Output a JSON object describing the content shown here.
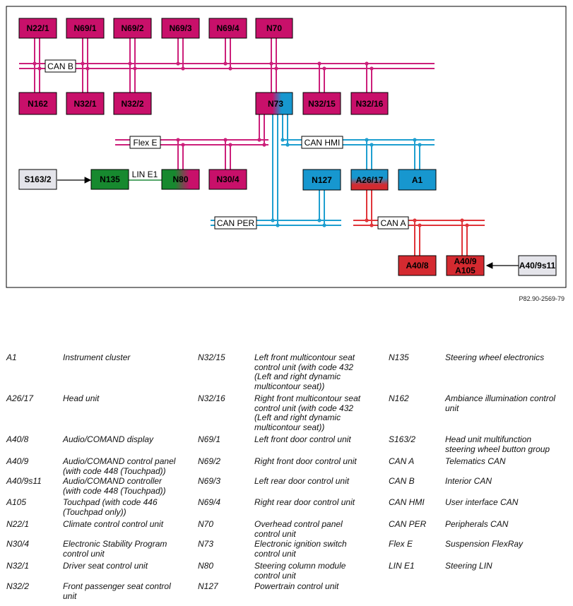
{
  "colors": {
    "interior_can": "#cc1f7a",
    "flexray": "#cc1f7a",
    "can_hmi": "#1e9fd0",
    "can_per": "#1e9fd0",
    "can_a": "#e0353a",
    "lin": "#1f8a3a",
    "node_magenta": "#c8106a",
    "node_cyan": "#1797cf",
    "node_green": "#17892f",
    "node_red": "#d42a30",
    "node_grey": "#e4e4ea"
  },
  "nodes": {
    "n22_1": "N22/1",
    "n69_1": "N69/1",
    "n69_2": "N69/2",
    "n69_3": "N69/3",
    "n69_4": "N69/4",
    "n70": "N70",
    "n162": "N162",
    "n32_1": "N32/1",
    "n32_2": "N32/2",
    "n73": "N73",
    "n32_15": "N32/15",
    "n32_16": "N32/16",
    "s163_2": "S163/2",
    "n135": "N135",
    "n80": "N80",
    "n30_4": "N30/4",
    "n127": "N127",
    "a26_17": "A26/17",
    "a1": "A1",
    "a40_8": "A40/8",
    "a40_9": "A40/9",
    "a105": "A105",
    "a40_9s11": "A40/9s11"
  },
  "buses": {
    "can_b": "CAN B",
    "flex_e": "Flex E",
    "can_hmi": "CAN HMI",
    "lin_e1": "LIN E1",
    "can_per": "CAN PER",
    "can_a": "CAN A"
  },
  "reference": "P82.90-2569-79",
  "legend": {
    "col1": [
      {
        "code": "A1",
        "desc": "Instrument cluster"
      },
      {
        "code": "A26/17",
        "desc": "Head unit"
      },
      {
        "code": "A40/8",
        "desc": "Audio/COMAND display"
      },
      {
        "code": "A40/9",
        "desc": "Audio/COMAND control panel (with code 448 (Touchpad))"
      },
      {
        "code": "A40/9s11",
        "desc": "Audio/COMAND controller (with code 448 (Touchpad))"
      },
      {
        "code": "A105",
        "desc": "Touchpad (with code 446 (Touchpad only))"
      },
      {
        "code": "N22/1",
        "desc": "Climate control control unit"
      },
      {
        "code": "N30/4",
        "desc": "Electronic Stability Program control unit"
      },
      {
        "code": "N32/1",
        "desc": "Driver seat control unit"
      },
      {
        "code": "N32/2",
        "desc": "Front passenger seat control unit"
      }
    ],
    "col2": [
      {
        "code": "N32/15",
        "desc": "Left front multicontour seat control unit (with code 432 (Left and right dynamic multicontour seat))"
      },
      {
        "code": "N32/16",
        "desc": "Right front multicontour seat control unit (with code 432 (Left and right dynamic multicontour seat))"
      },
      {
        "code": "N69/1",
        "desc": "Left front door control unit"
      },
      {
        "code": "N69/2",
        "desc": "Right front door control unit"
      },
      {
        "code": "N69/3",
        "desc": "Left rear door control unit"
      },
      {
        "code": "N69/4",
        "desc": "Right rear door control unit"
      },
      {
        "code": "N70",
        "desc": "Overhead control panel control unit"
      },
      {
        "code": "N73",
        "desc": "Electronic ignition switch control unit"
      },
      {
        "code": "N80",
        "desc": "Steering column module control unit"
      },
      {
        "code": "N127",
        "desc": "Powertrain control unit"
      }
    ],
    "col3": [
      {
        "code": "N135",
        "desc": "Steering wheel electronics"
      },
      {
        "code": "N162",
        "desc": "Ambiance illumination control unit"
      },
      {
        "code": "S163/2",
        "desc": "Head unit multifunction steering wheel button group"
      },
      {
        "code": "CAN A",
        "desc": "Telematics CAN"
      },
      {
        "code": "CAN B",
        "desc": "Interior CAN"
      },
      {
        "code": "CAN HMI",
        "desc": "User interface CAN"
      },
      {
        "code": "CAN PER",
        "desc": "Peripherals CAN"
      },
      {
        "code": "Flex E",
        "desc": "Suspension FlexRay"
      },
      {
        "code": "LIN E1",
        "desc": "Steering LIN"
      }
    ]
  }
}
